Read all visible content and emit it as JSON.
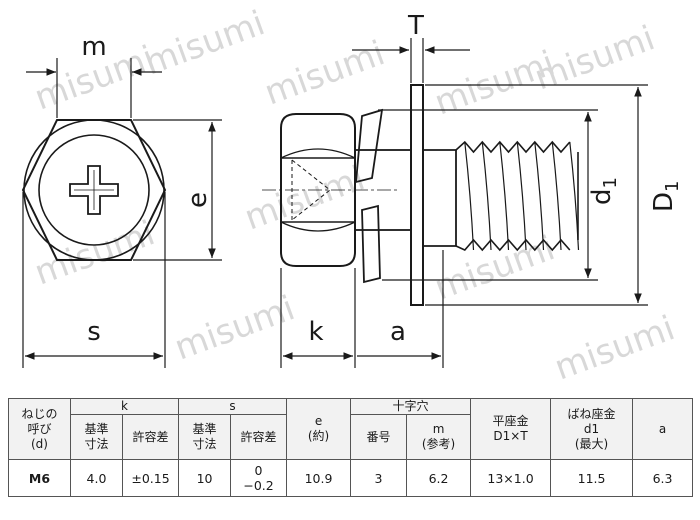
{
  "drawing": {
    "watermark": "misumi",
    "labels": {
      "m": "m",
      "e": "e",
      "s": "s",
      "T": "T",
      "k": "k",
      "a": "a",
      "d1_main": "d",
      "d1_sub": "1",
      "D1_main": "D",
      "D1_sub": "1"
    }
  },
  "table": {
    "h_nominal": [
      "ねじの",
      "呼び",
      "(d)"
    ],
    "h_k": "k",
    "h_s": "s",
    "h_e": [
      "e",
      "(約)"
    ],
    "h_cross": "十字穴",
    "h_washer": [
      "平座金",
      "D1×T"
    ],
    "h_spring": [
      "ばね座金",
      "d1",
      "(最大)"
    ],
    "h_a": "a",
    "sub_std_k": [
      "基準",
      "寸法"
    ],
    "sub_tol_k": "許容差",
    "sub_std_s": [
      "基準",
      "寸法"
    ],
    "sub_tol_s": "許容差",
    "sub_no": "番号",
    "sub_m": [
      "m",
      "(参考)"
    ],
    "row": {
      "size": "M6",
      "k_std": "4.0",
      "k_tol": "±0.15",
      "s_std": "10",
      "s_tol": [
        "0",
        "−0.2"
      ],
      "e": "10.9",
      "cross_no": "3",
      "cross_m": "6.2",
      "washer": "13×1.0",
      "spring": "11.5",
      "a": "6.3"
    }
  }
}
